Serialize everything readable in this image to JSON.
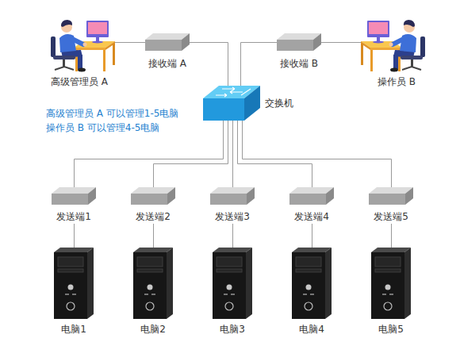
{
  "diagram": {
    "nodes": [
      {
        "text": [
          "高级管理员 A"
        ]
      },
      {
        "text": [
          "接收端 A"
        ]
      },
      {
        "text": [
          "接收端 B"
        ]
      },
      {
        "text": [
          "操作员 B"
        ]
      },
      {
        "text": [
          "交换机"
        ]
      },
      {
        "text": [
          "发送端1"
        ]
      },
      {
        "text": [
          "发送端2"
        ]
      },
      {
        "text": [
          "发送端3"
        ]
      },
      {
        "text": [
          "发送端4"
        ]
      },
      {
        "text": [
          "发送端5"
        ]
      },
      {
        "text": [
          "电脑1"
        ]
      },
      {
        "text": [
          "电脑2"
        ]
      },
      {
        "text": [
          "电脑3"
        ]
      },
      {
        "text": [
          "电脑4"
        ]
      },
      {
        "text": [
          "电脑5"
        ]
      }
    ],
    "edges": [
      {
        "from": 0,
        "to": 1,
        "arrow": "none"
      },
      {
        "from": 1,
        "to": 4,
        "arrow": "none"
      },
      {
        "from": 2,
        "to": 4,
        "arrow": "none"
      },
      {
        "from": 3,
        "to": 2,
        "arrow": "none"
      },
      {
        "from": 4,
        "to": 5,
        "arrow": "none"
      },
      {
        "from": 4,
        "to": 6,
        "arrow": "none"
      },
      {
        "from": 4,
        "to": 7,
        "arrow": "none"
      },
      {
        "from": 4,
        "to": 8,
        "arrow": "none"
      },
      {
        "from": 4,
        "to": 9,
        "arrow": "none"
      },
      {
        "from": 5,
        "to": 10,
        "arrow": "none"
      },
      {
        "from": 6,
        "to": 11,
        "arrow": "none"
      },
      {
        "from": 7,
        "to": 12,
        "arrow": "none"
      },
      {
        "from": 8,
        "to": 13,
        "arrow": "none"
      },
      {
        "from": 9,
        "to": 14,
        "arrow": "none"
      }
    ],
    "labels": [
      "高级管理员 A 可以管理1-5电脑",
      "操作员 B 可以管理4-5电脑"
    ]
  }
}
